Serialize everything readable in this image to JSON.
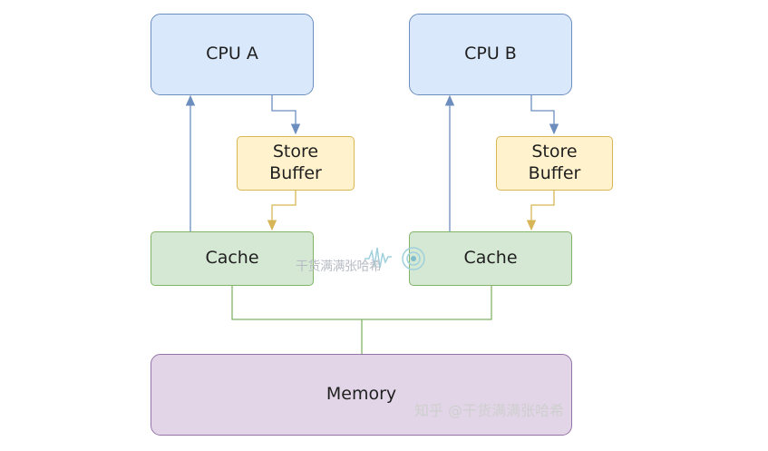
{
  "diagram": {
    "cpu_a": "CPU A",
    "cpu_b": "CPU B",
    "buffer_a": "Store\nBuffer",
    "buffer_b": "Store\nBuffer",
    "cache_a": "Cache",
    "cache_b": "Cache",
    "memory": "Memory"
  },
  "watermark": {
    "center": "干货满满张哈希",
    "bottom_right": "知乎 @干货满满张哈希"
  },
  "colors": {
    "cpu_fill": "#dae8fc",
    "cpu_stroke": "#6c8ebf",
    "buffer_fill": "#fff2cc",
    "buffer_stroke": "#d6b656",
    "cache_fill": "#d5e8d4",
    "cache_stroke": "#82b366",
    "memory_fill": "#e1d5e7",
    "memory_stroke": "#9673a6"
  }
}
